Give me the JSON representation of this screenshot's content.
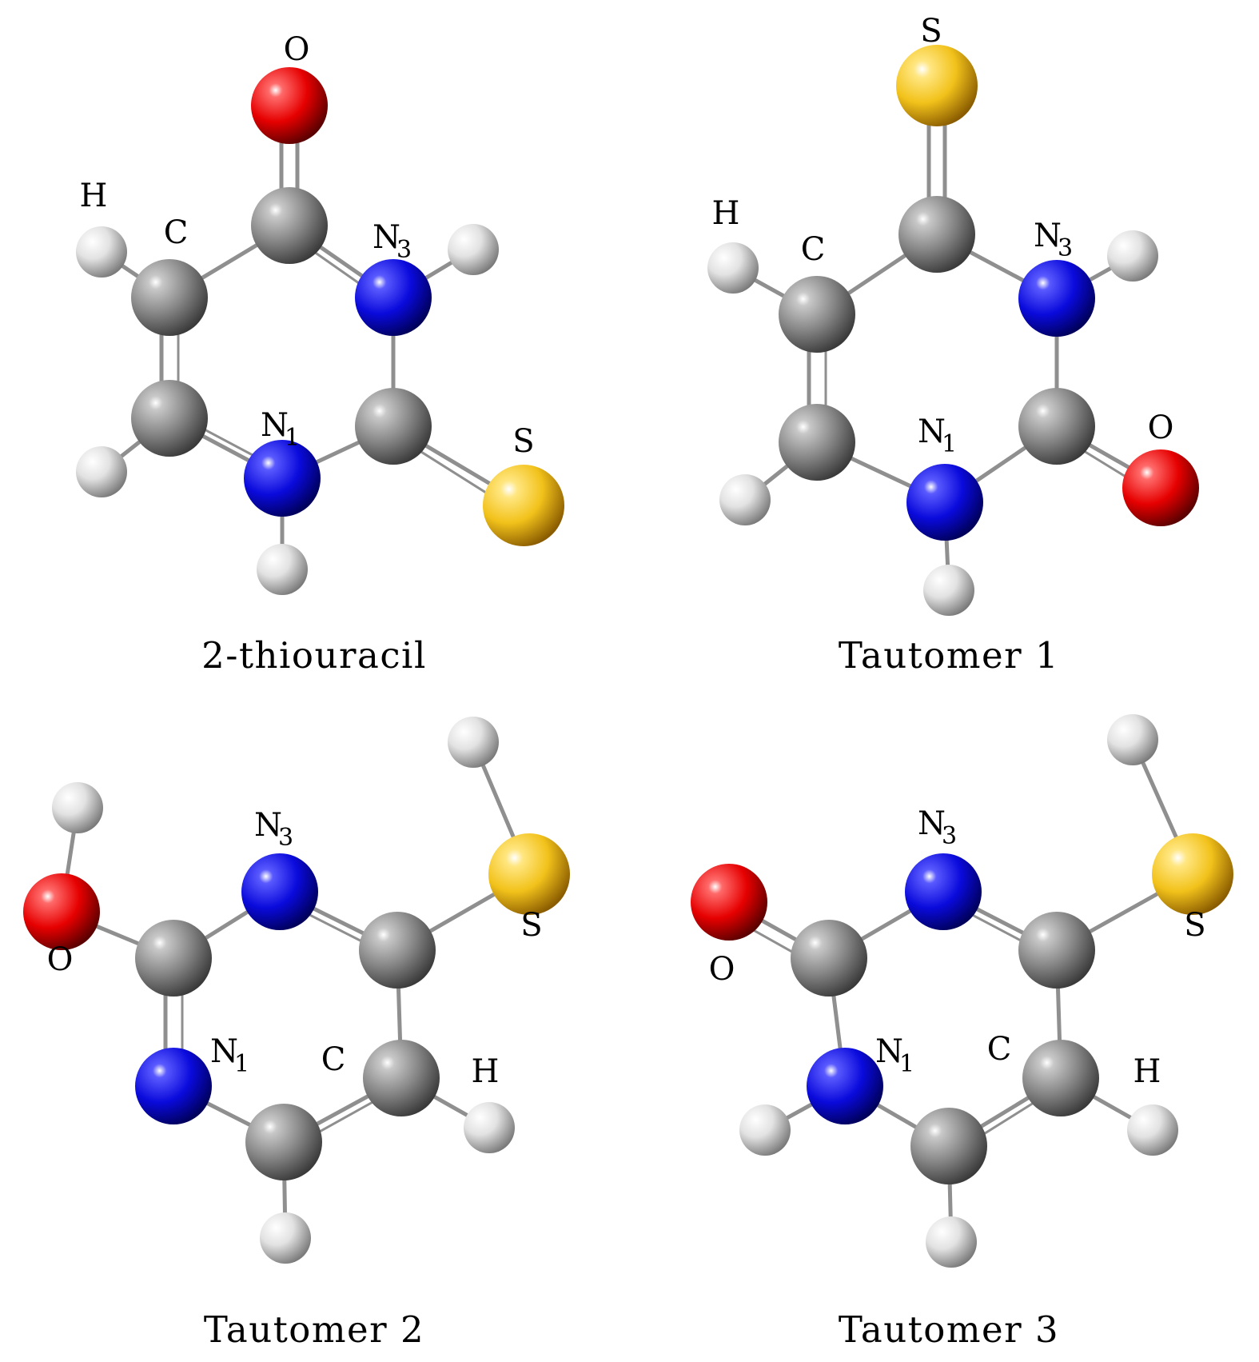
{
  "colors": {
    "carbon": "#808080",
    "nitrogen": "#0a0acc",
    "oxygen": "#e60000",
    "sulfur": "#f2c21b",
    "hydrogen": "#e6e6e6",
    "bond": "#8f8f8f"
  },
  "panels": [
    {
      "caption": "2-thiouracil",
      "labels": {
        "o": "O",
        "s": "S",
        "h": "H",
        "c": "C",
        "n1": "N",
        "n1_sub": "1",
        "n3": "N",
        "n3_sub": "3"
      }
    },
    {
      "caption": "Tautomer 1",
      "labels": {
        "o": "O",
        "s": "S",
        "h": "H",
        "c": "C",
        "n1": "N",
        "n1_sub": "1",
        "n3": "N",
        "n3_sub": "3"
      }
    },
    {
      "caption": "Tautomer 2",
      "labels": {
        "o": "O",
        "s": "S",
        "h": "H",
        "c": "C",
        "n1": "N",
        "n1_sub": "1",
        "n3": "N",
        "n3_sub": "3"
      }
    },
    {
      "caption": "Tautomer 3",
      "labels": {
        "o": "O",
        "s": "S",
        "h": "H",
        "c": "C",
        "n1": "N",
        "n1_sub": "1",
        "n3": "N",
        "n3_sub": "3"
      }
    }
  ]
}
